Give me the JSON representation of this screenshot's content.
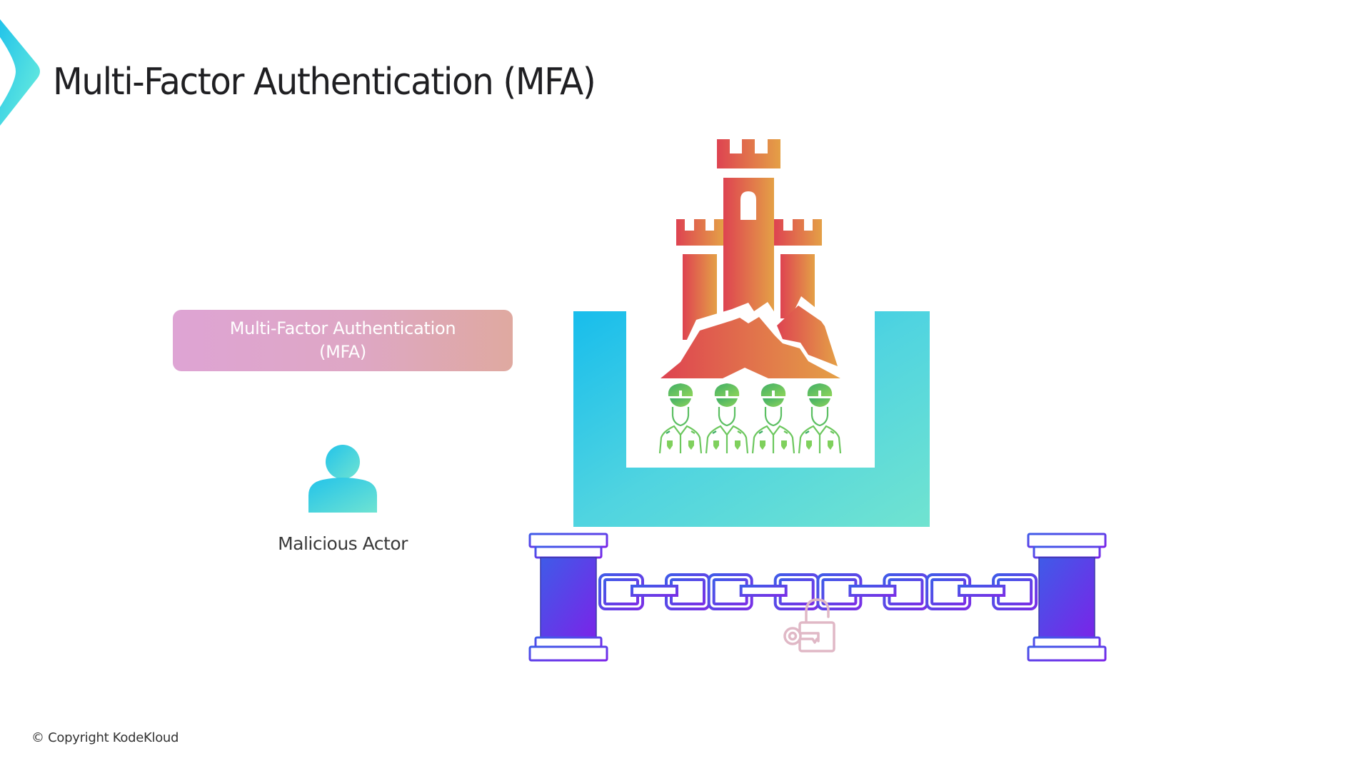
{
  "slide": {
    "title": "Multi-Factor Authentication (MFA)",
    "copyright": "© Copyright KodeKloud"
  },
  "mfa_box": {
    "line1": "Multi-Factor Authentication",
    "line2": "(MFA)"
  },
  "actor": {
    "label": "Malicious Actor",
    "icon": "user-icon"
  },
  "illustration": {
    "castle_icon": "castle-icon",
    "guard_icon": "guard-icon",
    "guard_count": 4,
    "chain_link_pairs": 4,
    "lock_state": "unlocked",
    "lock_icon": "padlock-key-icon"
  },
  "colors": {
    "accent_teal_start": "#22c3ea",
    "accent_teal_end": "#6fe3d2",
    "castle_red": "#de4351",
    "castle_orange": "#e4a046",
    "guard_green_dark": "#3fae67",
    "guard_green_light": "#7fd05c",
    "pillar_blue": "#3f5be8",
    "pillar_purple": "#7a24e8",
    "lock_pink": "#e0b8c6",
    "mfa_box_left": "#dea4d4",
    "mfa_box_right": "#dfa9a0",
    "title_text": "#1f1f22"
  }
}
